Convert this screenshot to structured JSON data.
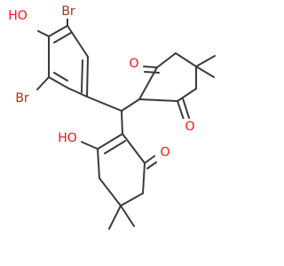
{
  "colors": {
    "bond": "#3a3a3a",
    "bromine": "#a5331a",
    "oxygen": "#ff0d0d",
    "background": "#ffffff"
  },
  "atoms": [
    {
      "id": "br_top",
      "element": "Br",
      "label": "Br"
    },
    {
      "id": "oh_phenol",
      "element": "O",
      "label": "HO"
    },
    {
      "id": "br_bottom",
      "element": "Br",
      "label": "Br"
    },
    {
      "id": "o_dione_top",
      "element": "O",
      "label": "O"
    },
    {
      "id": "o_dione_bottom",
      "element": "O",
      "label": "O"
    },
    {
      "id": "oh_enol",
      "element": "O",
      "label": "HO"
    },
    {
      "id": "o_ketone",
      "element": "O",
      "label": "O"
    }
  ]
}
